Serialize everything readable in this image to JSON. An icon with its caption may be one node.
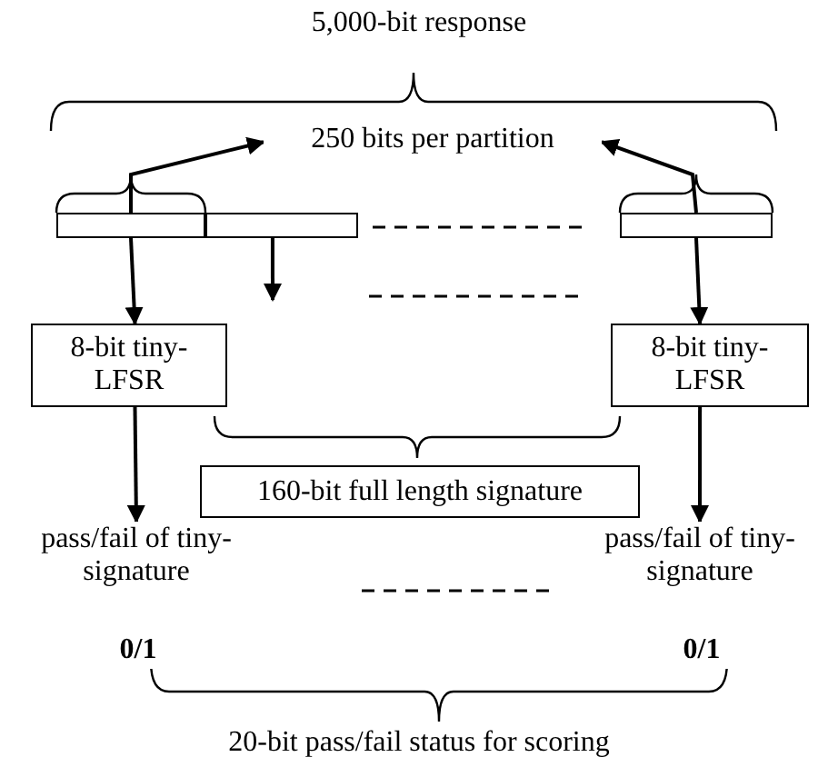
{
  "diagram": {
    "nodes": [
      {
        "text": [],
        "shape": "bar"
      },
      {
        "text": [],
        "shape": "bar"
      },
      {
        "text": [],
        "shape": "bar"
      },
      {
        "text": [
          "250 bits per partition"
        ]
      },
      {
        "text": [
          "8-bit tiny-LFSR"
        ]
      },
      {
        "text": [
          "8-bit tiny-LFSR"
        ]
      },
      {
        "text": [
          "160-bit full length signature"
        ]
      },
      {
        "text": [
          "pass/fail of tiny-signature"
        ]
      },
      {
        "text": [
          "pass/fail of tiny-signature"
        ]
      },
      {
        "text": [
          "0/1"
        ]
      },
      {
        "text": [
          "0/1"
        ]
      }
    ],
    "edges": [
      {
        "from": 0,
        "to": 3,
        "arrow": "to"
      },
      {
        "from": 2,
        "to": 3,
        "arrow": "to"
      },
      {
        "from": 0,
        "to": 4,
        "arrow": "to"
      },
      {
        "from": 1,
        "to": null,
        "arrow": "to"
      },
      {
        "from": 2,
        "to": 5,
        "arrow": "to"
      },
      {
        "from": 4,
        "to": 7,
        "arrow": "to"
      },
      {
        "from": 5,
        "to": 8,
        "arrow": "to"
      }
    ],
    "labels": [
      "5,000-bit response",
      "20-bit pass/fail status for scoring"
    ]
  }
}
